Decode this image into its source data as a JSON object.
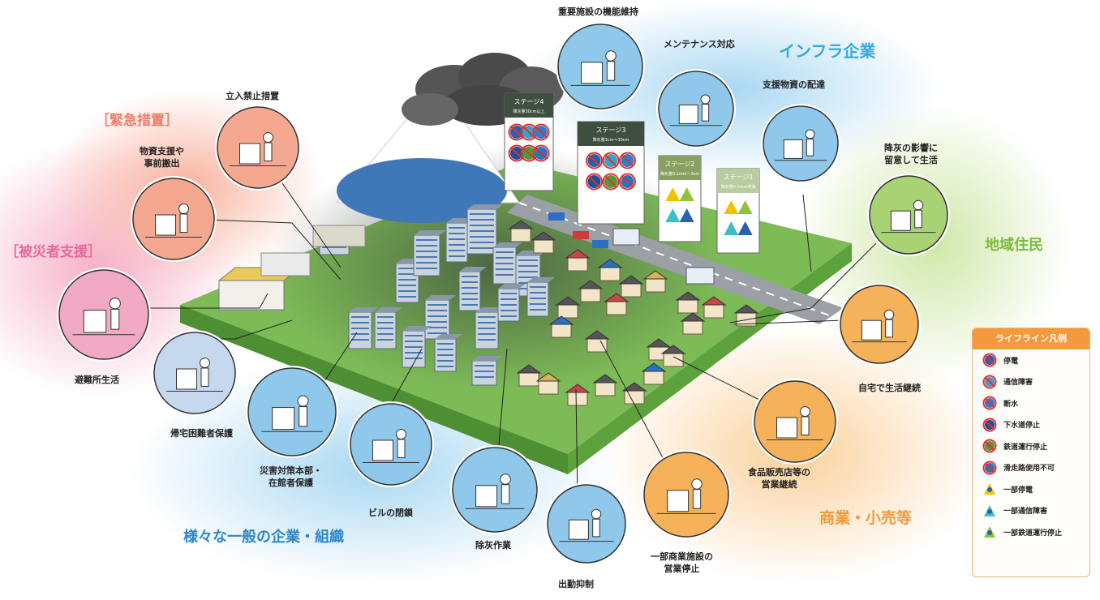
{
  "groups": {
    "emergency": "［緊急措置］",
    "victim_support": "［被災者支援］",
    "infra": "インフラ企業",
    "residents": "地域住民",
    "commerce": "商業・小売等",
    "general_companies": "様々な一般の企業・組織"
  },
  "circles": {
    "facility_function": "重要施設の機能維持",
    "maintenance": "メンテナンス対応",
    "supply_delivery": "支援物資の配達",
    "ash_awareness": [
      "降灰の影響に",
      "留意して生活"
    ],
    "home_life": "自宅で生活継続",
    "food_store": [
      "食品販売店等の",
      "営業継続"
    ],
    "partial_closure": [
      "一部商業施設の",
      "営業停止"
    ],
    "commute_restraint": "出勤抑制",
    "ash_removal": "除灰作業",
    "building_closure": "ビルの閉鎖",
    "disaster_hq": [
      "災害対策本部・",
      "在館者保護"
    ],
    "stranded_protection": "帰宅困難者保護",
    "shelter_life": "避難所生活",
    "supplies_transport": [
      "物資支援や",
      "事前搬出"
    ],
    "entry_ban": "立入禁止措置"
  },
  "stages": [
    {
      "title": "ステージ4",
      "sub": "降灰量30cm以上"
    },
    {
      "title": "ステージ3",
      "sub": "降灰量3cm〜30cm"
    },
    {
      "title": "ステージ2",
      "sub": "降灰量0.1mm〜3cm"
    },
    {
      "title": "ステージ1",
      "sub": "降灰量0.1mm未満"
    }
  ],
  "legend": {
    "title": "ライフライン凡例",
    "items": [
      {
        "label": "停電",
        "icon": "power-outage-icon",
        "kind": "full",
        "color": "#2b5fb0"
      },
      {
        "label": "通信障害",
        "icon": "comm-failure-icon",
        "kind": "full",
        "color": "#3aa0c8"
      },
      {
        "label": "断水",
        "icon": "water-outage-icon",
        "kind": "full",
        "color": "#2b7fd0"
      },
      {
        "label": "下水道停止",
        "icon": "sewer-stop-icon",
        "kind": "full",
        "color": "#1c4f9c"
      },
      {
        "label": "鉄道運行停止",
        "icon": "rail-stop-icon",
        "kind": "full",
        "color": "#4f9a3a"
      },
      {
        "label": "滑走路使用不可",
        "icon": "runway-closed-icon",
        "kind": "full",
        "color": "#2a72c0"
      },
      {
        "label": "一部停電",
        "icon": "partial-outage-icon",
        "kind": "partial",
        "color": "#f2c200"
      },
      {
        "label": "一部通信障害",
        "icon": "partial-comm-icon",
        "kind": "partial",
        "color": "#3fc0c0"
      },
      {
        "label": "一部鉄道運行停止",
        "icon": "partial-rail-icon",
        "kind": "partial",
        "color": "#8cc43a"
      }
    ]
  },
  "colors": {
    "emergency": "#f07d6a",
    "victim_support": "#e66a9a",
    "infra": "#35a9e0",
    "residents": "#7bbd3a",
    "commerce": "#f39a3c",
    "general": "#2f86c7",
    "ground": "#7dbb56",
    "ground_side": "#4f8f33"
  }
}
